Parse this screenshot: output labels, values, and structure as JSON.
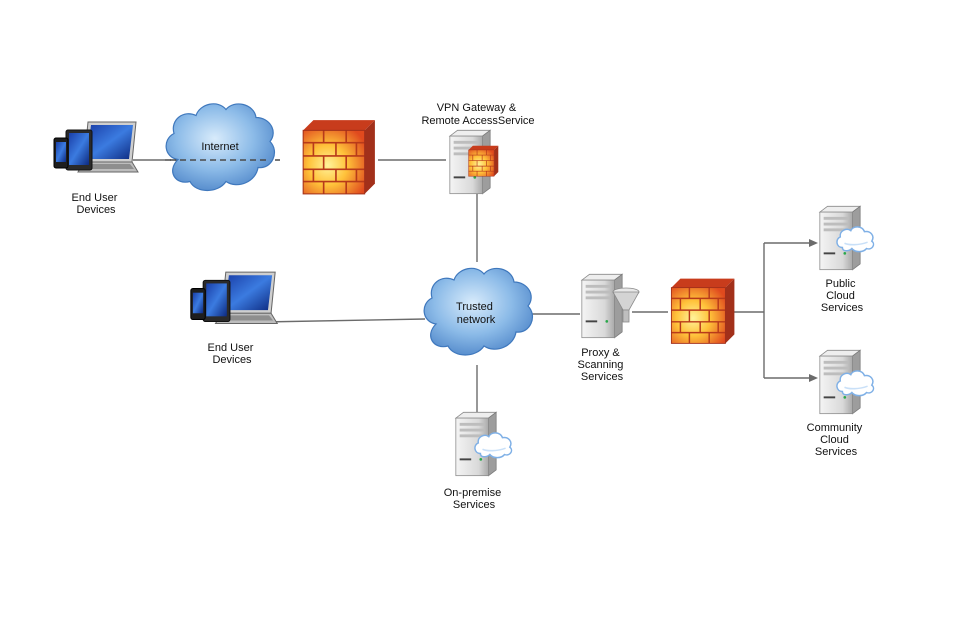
{
  "labels": {
    "end_user_devices_top": [
      "End User",
      "Devices"
    ],
    "internet": "Internet",
    "vpn_gateway": [
      "VPN Gateway &",
      "Remote AccessService"
    ],
    "end_user_devices_mid": [
      "End User",
      "Devices"
    ],
    "trusted_network": [
      "Trusted",
      "network"
    ],
    "proxy_scanning": [
      "Proxy &",
      "Scanning",
      "Services"
    ],
    "public_cloud": [
      "Public",
      "Cloud",
      "Services"
    ],
    "community_cloud": [
      "Community",
      "Cloud",
      "Services"
    ],
    "on_premise": [
      "On-premise",
      "Services"
    ]
  },
  "icons": {
    "devices": "laptop-tablet-phone-icon",
    "cloud": "cloud-icon",
    "firewall": "brick-firewall-icon",
    "server": "server-icon",
    "funnel": "funnel-icon"
  },
  "colors": {
    "line": "#6b6b6b",
    "cloud_fill": "#6ea4dc",
    "cloud_edge": "#3f78bd",
    "brick": "#e6542a",
    "brick_glow": "#ffd24a",
    "server": "#d8d8d8"
  }
}
